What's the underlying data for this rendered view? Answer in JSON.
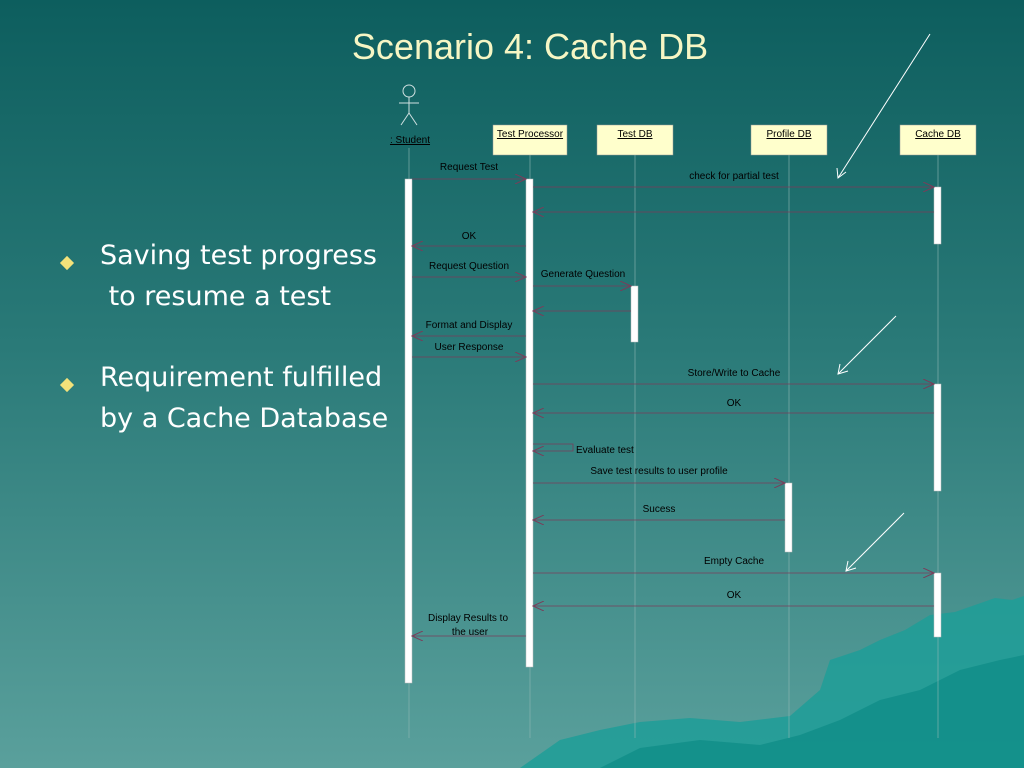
{
  "slide": {
    "title": "Scenario 4: Cache DB",
    "bullets": [
      {
        "line1": "Saving test progress",
        "line2": " to resume a test"
      },
      {
        "line1": "Requirement fulfilled",
        "line2": "by a Cache Database"
      }
    ]
  },
  "diagram": {
    "actor": ": Student",
    "lifelines": [
      "Test Processor",
      "Test DB",
      "Profile DB",
      "Cache DB"
    ],
    "messages": [
      "Request Test",
      "check for partial test",
      "OK",
      "Request Question",
      "Generate Question",
      "Format and Display",
      "User Response",
      "Store/Write to Cache",
      "OK",
      "Evaluate test",
      "Save test results to user profile",
      "Sucess",
      "Empty Cache",
      "OK",
      "Display Results to",
      "the user"
    ]
  },
  "colors": {
    "background_top": "#0d5e5e",
    "background_bottom": "#5aa09c",
    "title": "#f6f6c4",
    "bullet_marker": "#f3e27a",
    "lifeline_box": "#ffffcc",
    "arrow": "#7a3d5a"
  }
}
